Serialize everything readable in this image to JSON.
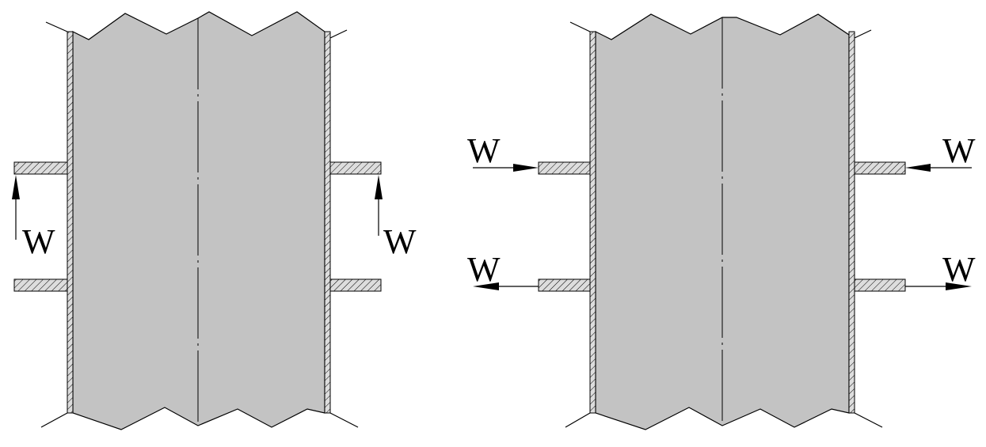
{
  "figures": [
    {
      "id": "left",
      "loads": [
        {
          "label": "W"
        },
        {
          "label": "W"
        }
      ]
    },
    {
      "id": "right",
      "loads": [
        {
          "label": "W"
        },
        {
          "label": "W"
        },
        {
          "label": "W"
        },
        {
          "label": "W"
        }
      ]
    }
  ],
  "colors": {
    "core_fill": "#c3c3c3",
    "outline": "#000000",
    "hatch_fill": "#dddddd"
  }
}
